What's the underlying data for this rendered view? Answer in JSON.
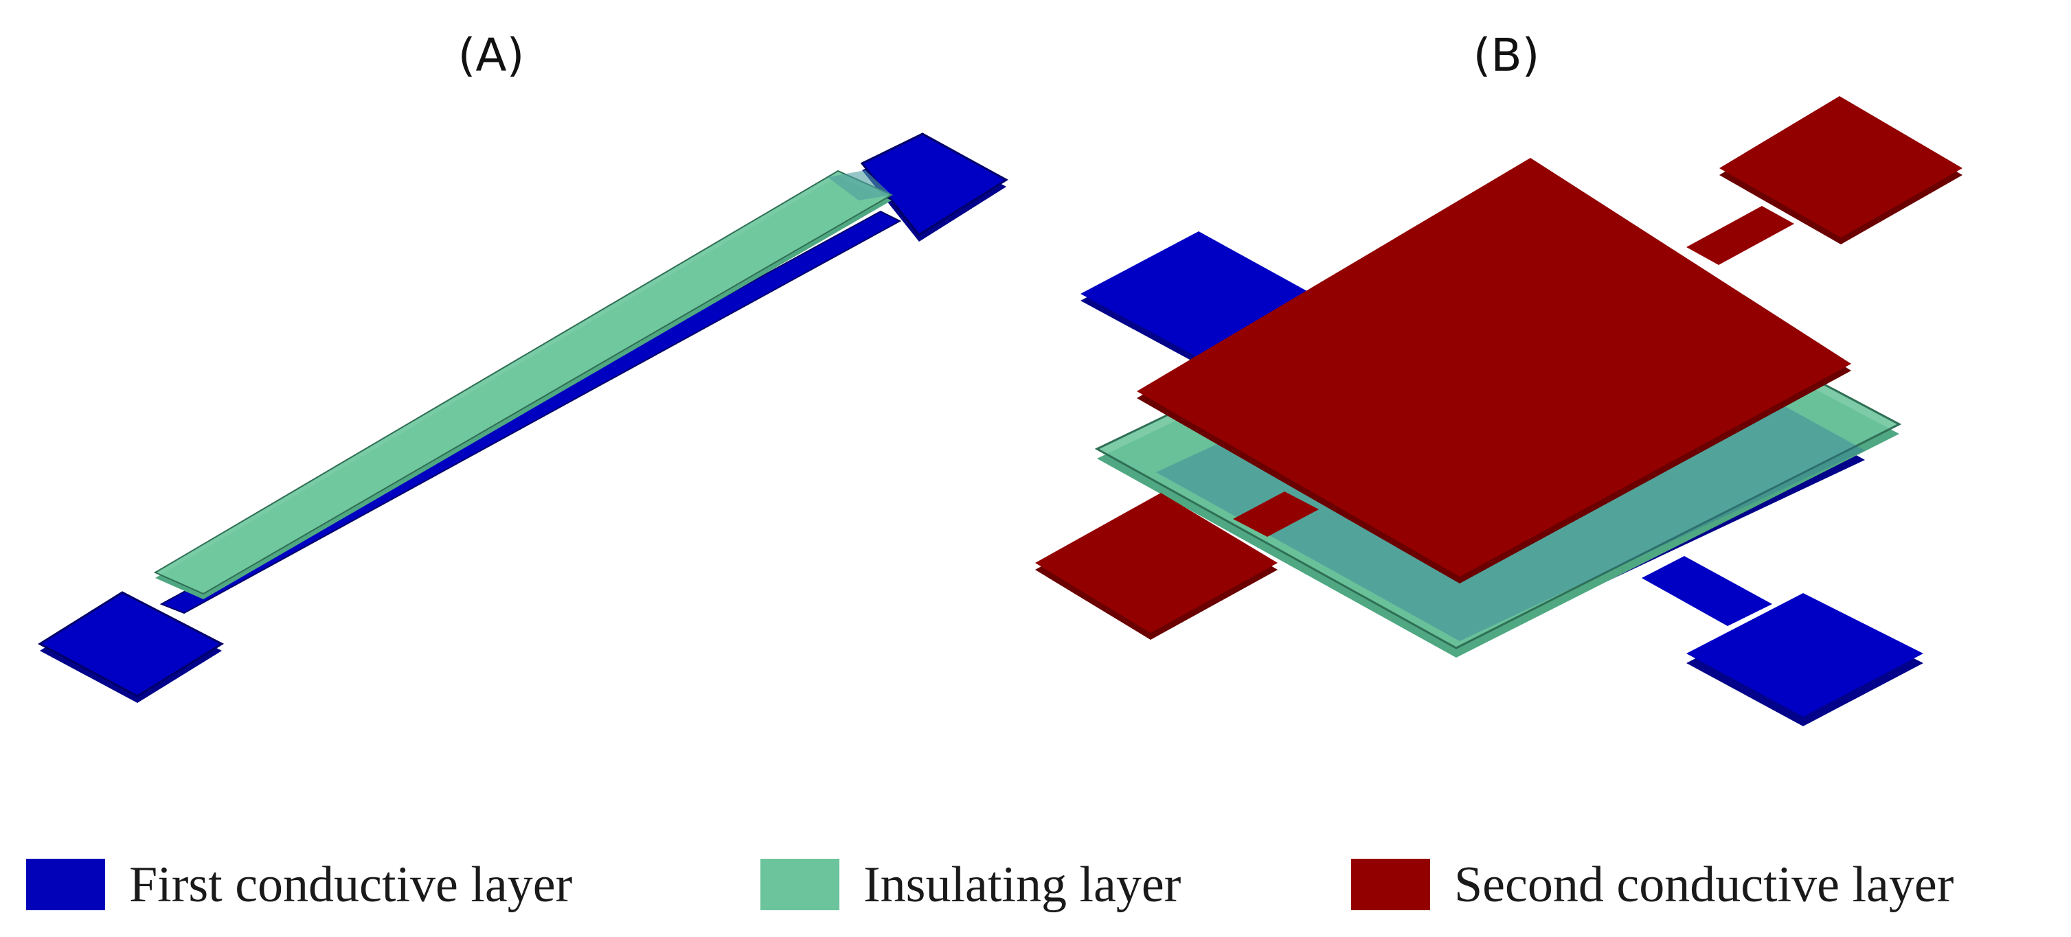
{
  "panels": {
    "a_label": "(A)",
    "b_label": "(B)"
  },
  "legend": {
    "first_conductive": "First conductive layer",
    "insulating": "Insulating layer",
    "second_conductive": "Second conductive layer"
  },
  "colors": {
    "first_conductive": "#0202b8",
    "insulating": "#6cc49c",
    "second_conductive": "#930000"
  }
}
